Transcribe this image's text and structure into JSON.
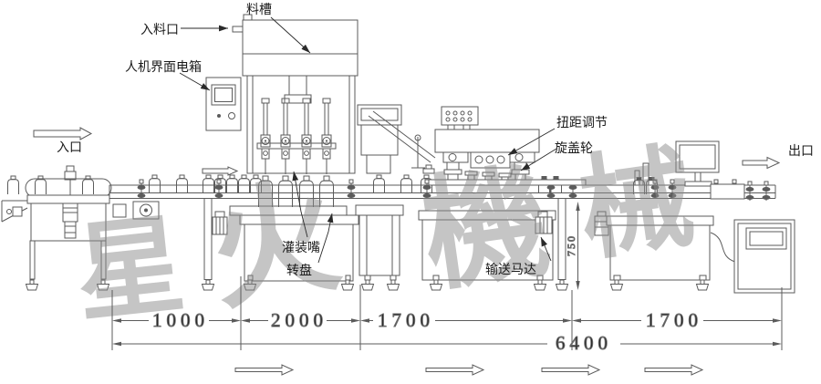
{
  "diagram_title": "filling-line-layout",
  "labels": {
    "feed_inlet": "入料口",
    "hopper": "料槽",
    "hmi_box": "人机界面电箱",
    "inlet": "入口",
    "outlet": "出口",
    "torque_adjust": "扭距调节",
    "capping_wheel": "旋盖轮",
    "filling_nozzle": "灌装嘴",
    "turntable": "转盘",
    "conveyor_motor": "输送马达"
  },
  "dimensions": {
    "seg1": "1000",
    "seg2": "2000",
    "seg3": "1700",
    "seg4": "1700",
    "total": "6400",
    "height": "750"
  },
  "watermark": {
    "c1": "星",
    "c2": "火",
    "c3": "機",
    "c4": "械"
  },
  "colors": {
    "line": "#5b5b5b",
    "text": "#1b1b1b",
    "watermark": "#8d8d8d",
    "background": "#ffffff"
  }
}
